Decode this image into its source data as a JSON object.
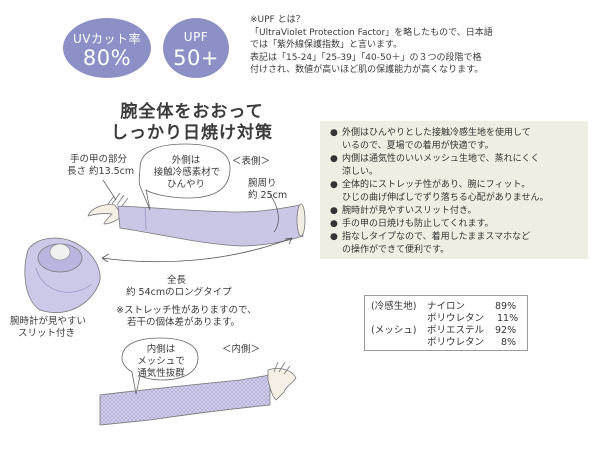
{
  "badges": {
    "uv_label": "UVカット率",
    "uv_value": "80%",
    "upf_label": "UPF",
    "upf_value": "50+"
  },
  "upf_note": {
    "line1": "※UPF とは？",
    "line2": "「UltraViolet Protection Factor」を略したもので、日本語",
    "line3": "では「紫外線保護指数」と言います。",
    "line4": "表記は「15-24」「25-39」「40-50＋」の３つの段階で格",
    "line5": "付けされ、数値が高いほど肌の保護能力が高くなります。"
  },
  "heading": {
    "line1": "腕全体をおおって",
    "line2": "しっかり日焼け対策"
  },
  "outer_diagram": {
    "side_label": "＜表側＞",
    "bubble_line1": "外側は",
    "bubble_line2": "接触冷感素材で",
    "bubble_line3": "ひんやり",
    "hand_part_line1": "手の甲の部分",
    "hand_part_line2": "長さ 約13.5cm",
    "arm_circ_line1": "腕周り",
    "arm_circ_line2": "約 25cm",
    "total_line1": "全長",
    "total_line2": "約 54cmのロングタイプ",
    "watch_line1": "腕時計が見やすい",
    "watch_line2": "スリット付き",
    "stretch_line1": "※ストレッチ性がありますので、",
    "stretch_line2": "若干の個体差があります。"
  },
  "inner_diagram": {
    "side_label": "＜内側＞",
    "bubble_line1": "内側は",
    "bubble_line2": "メッシュで",
    "bubble_line3": "通気性抜群"
  },
  "features": [
    "外側はひんやりとした接触冷感生地を使用して",
    "いるので、夏場での着用が快適です。",
    "内側は通気性のいいメッシュ生地で、蒸れにくく",
    "涼しい。",
    "全体的にストレッチ性があり、腕にフィット。",
    "ひじの曲げ伸ばしでずり落ちる心配がありません。",
    "腕時計が見やすいスリット付き。",
    "手の甲の日焼けも防止してくれます。",
    "指なしタイプなので、着用したままスマホなど",
    "の操作ができて便利です。"
  ],
  "material": {
    "rows": [
      {
        "group": "(冷感生地)",
        "name": "ナイロン",
        "pct": "89%"
      },
      {
        "group": "",
        "name": "ポリウレタン",
        "pct": "11%"
      },
      {
        "group": "(メッシュ)",
        "name": "ポリエステル",
        "pct": "92%"
      },
      {
        "group": "",
        "name": "ポリウレタン",
        "pct": "8%"
      }
    ]
  },
  "colors": {
    "badge": "#8d90c6",
    "sleeve": "#c9c6e6",
    "feature_bg": "#eeeee2"
  }
}
